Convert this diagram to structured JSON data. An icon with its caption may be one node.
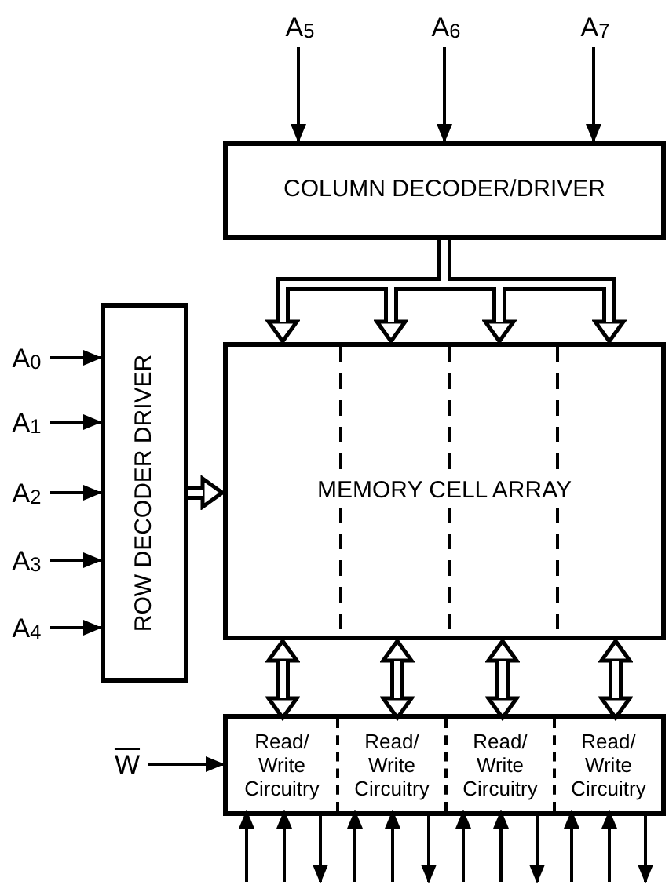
{
  "diagram": {
    "nodes": [
      {
        "text": [
          "A$_{5}$"
        ]
      },
      {
        "text": [
          "A$_{6}$"
        ]
      },
      {
        "text": [
          "A$_{7}$"
        ]
      },
      {
        "text": [
          "COLUMN DECODER/DRIVER"
        ]
      },
      {
        "text": [
          "A$_{0}$"
        ]
      },
      {
        "text": [
          "A$_{1}$"
        ]
      },
      {
        "text": [
          "A$_{2}$"
        ]
      },
      {
        "text": [
          "A$_{3}$"
        ]
      },
      {
        "text": [
          "A$_{4}$"
        ]
      },
      {
        "text": [
          "ROW DECODER DRIVER"
        ]
      },
      {
        "text": [
          "MEMORY CELL ARRAY"
        ]
      },
      {
        "text": [],
        "shape": "box"
      },
      {
        "text": [
          "Read/ Write Circuitry"
        ],
        "in": 11
      },
      {
        "text": [
          "Read/ Write Circuitry"
        ],
        "in": 11
      },
      {
        "text": [
          "Read/ Write Circuitry"
        ],
        "in": 11
      },
      {
        "text": [
          "Read/ Write Circuitry"
        ],
        "in": 11
      },
      {
        "text": [
          "W"
        ]
      }
    ],
    "edges": [
      {
        "from": 0,
        "to": 3,
        "arrow": "to"
      },
      {
        "from": 1,
        "to": 3,
        "arrow": "to"
      },
      {
        "from": 2,
        "to": 3,
        "arrow": "to"
      },
      {
        "from": 4,
        "to": 9,
        "arrow": "to"
      },
      {
        "from": 5,
        "to": 9,
        "arrow": "to"
      },
      {
        "from": 6,
        "to": 9,
        "arrow": "to"
      },
      {
        "from": 7,
        "to": 9,
        "arrow": "to"
      },
      {
        "from": 8,
        "to": 9,
        "arrow": "to"
      },
      {
        "from": 3,
        "to": 10,
        "arrow": "to",
        "style": "thick"
      },
      {
        "from": 3,
        "to": 10,
        "arrow": "to",
        "style": "thick"
      },
      {
        "from": 3,
        "to": 10,
        "arrow": "to",
        "style": "thick"
      },
      {
        "from": 3,
        "to": 10,
        "arrow": "to",
        "style": "thick"
      },
      {
        "from": 9,
        "to": 10,
        "arrow": "to",
        "style": "thick"
      },
      {
        "from": 10,
        "to": 12,
        "arrow": "both",
        "style": "thick"
      },
      {
        "from": 10,
        "to": 13,
        "arrow": "both",
        "style": "thick"
      },
      {
        "from": 10,
        "to": 14,
        "arrow": "both",
        "style": "thick"
      },
      {
        "from": 10,
        "to": 15,
        "arrow": "both",
        "style": "thick"
      },
      {
        "from": 16,
        "to": 11,
        "arrow": "to"
      },
      {
        "from": null,
        "to": 12,
        "arrow": "to"
      },
      {
        "from": null,
        "to": 12,
        "arrow": "to"
      },
      {
        "from": 12,
        "to": null,
        "arrow": "to"
      },
      {
        "from": null,
        "to": 13,
        "arrow": "to"
      },
      {
        "from": null,
        "to": 13,
        "arrow": "to"
      },
      {
        "from": 13,
        "to": null,
        "arrow": "to"
      },
      {
        "from": null,
        "to": 14,
        "arrow": "to"
      },
      {
        "from": null,
        "to": 14,
        "arrow": "to"
      },
      {
        "from": 14,
        "to": null,
        "arrow": "to"
      },
      {
        "from": null,
        "to": 15,
        "arrow": "to"
      },
      {
        "from": null,
        "to": 15,
        "arrow": "to"
      },
      {
        "from": 15,
        "to": null,
        "arrow": "to"
      }
    ]
  }
}
